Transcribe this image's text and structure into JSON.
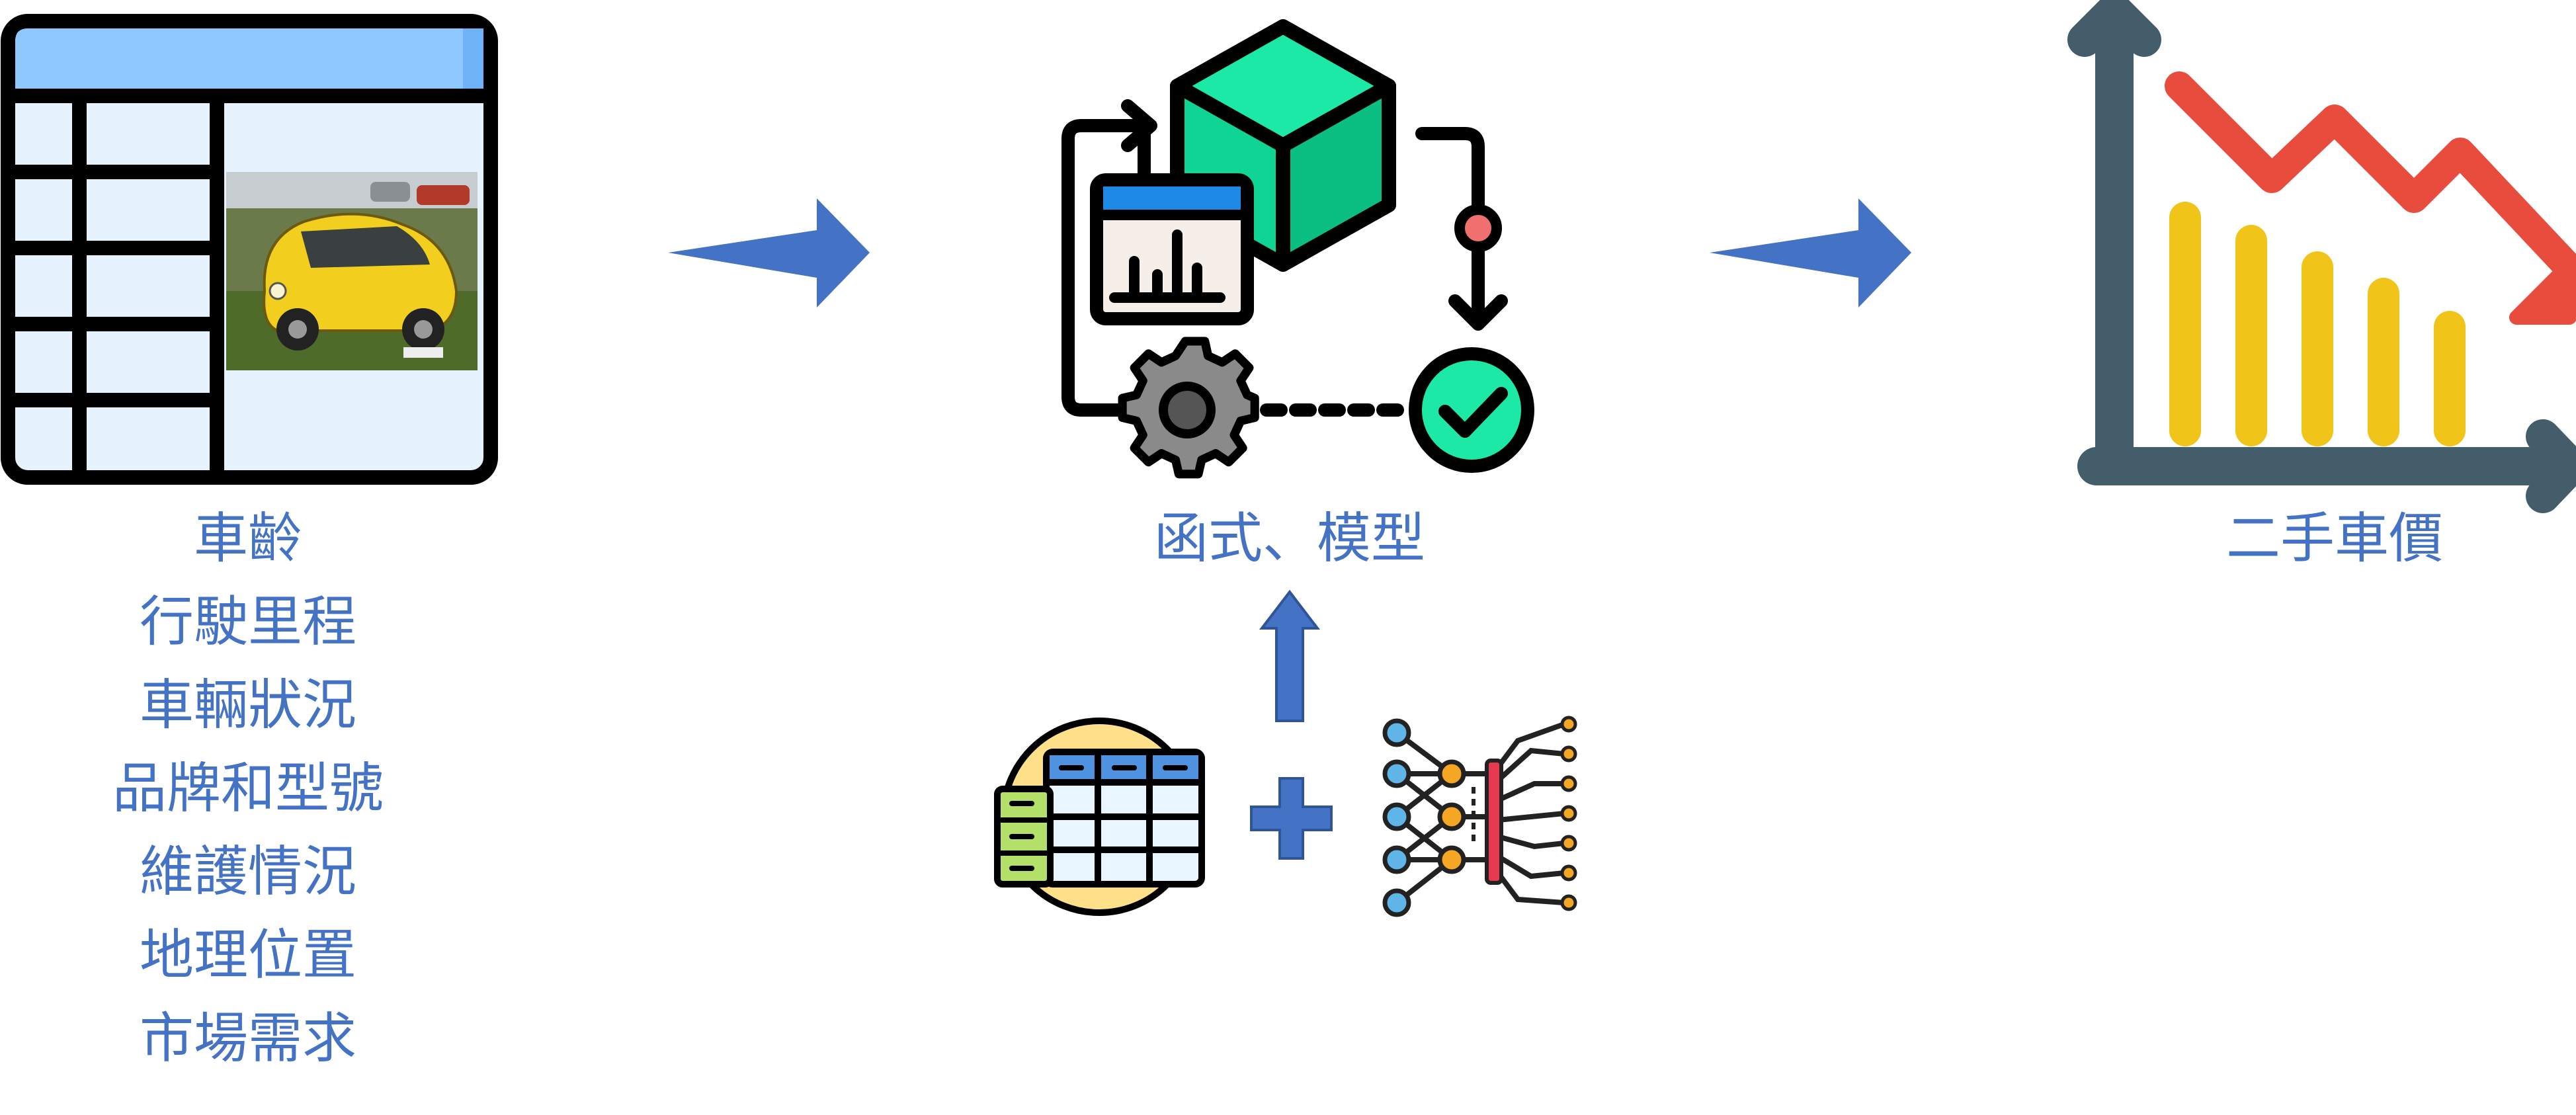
{
  "features": {
    "items": [
      "車齡",
      "行駛里程",
      "車輛狀況",
      "品牌和型號",
      "維護情況",
      "地理位置",
      "市場需求"
    ]
  },
  "model": {
    "label": "函式、模型"
  },
  "output": {
    "label": "二手車價"
  },
  "icons": {
    "input_table": "spreadsheet-with-car-photo-icon",
    "model_process": "model-process-icon",
    "output_chart": "declining-bar-chart-icon",
    "data_table": "data-table-icon",
    "neural_network": "neural-network-icon"
  },
  "colors": {
    "arrow_blue": "#4472c4",
    "label_blue": "#4472c4",
    "cube_green": "#1de9a6",
    "chart_yellow": "#f0c419",
    "chart_red": "#e84c3d",
    "axis_dark": "#435d6b"
  }
}
